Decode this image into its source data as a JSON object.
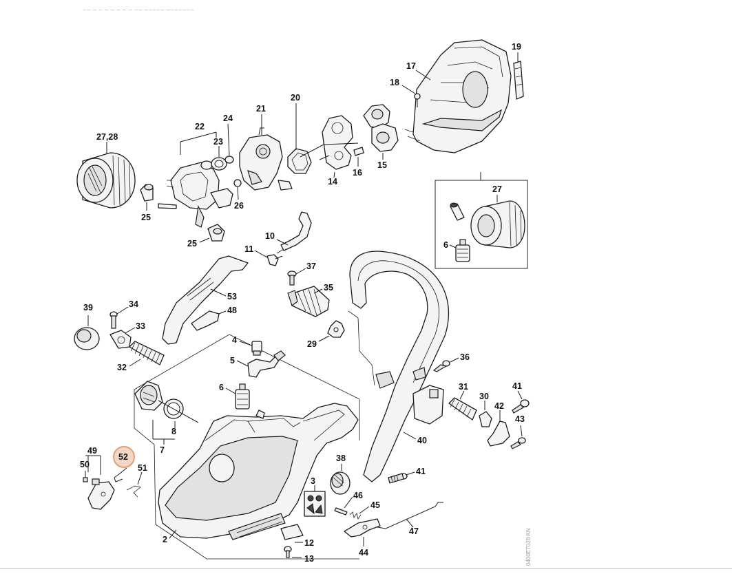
{
  "header": {
    "text": "~~ ~ ~ ~ ~ ~ ~ ~ ~~ ~~~~~ ~~~~~~~"
  },
  "watermark": {
    "text": "0400ET028 KN"
  },
  "highlight": {
    "label": "52",
    "color": "#e2a073"
  },
  "inset": {
    "labels": [
      "27",
      "6"
    ]
  },
  "labels": {
    "l19": "19",
    "l17": "17",
    "l18": "18",
    "l20": "20",
    "l21": "21",
    "l22": "22",
    "l23": "23",
    "l24": "24",
    "l2728": "27,28",
    "l25a": "25",
    "l25b": "25",
    "l26": "26",
    "l14": "14",
    "l16": "16",
    "l15": "15",
    "l10": "10",
    "l11": "11",
    "l37": "37",
    "l35": "35",
    "l53": "53",
    "l48": "48",
    "l39": "39",
    "l34": "34",
    "l33": "33",
    "l32": "32",
    "l29": "29",
    "l4": "4",
    "l5": "5",
    "l6": "6",
    "l8": "8",
    "l7": "7",
    "l36": "36",
    "l31": "31",
    "l30": "30",
    "l41a": "41",
    "l42": "42",
    "l43": "43",
    "l40": "40",
    "l41b": "41",
    "l49": "49",
    "l50": "50",
    "l51": "51",
    "l38": "38",
    "l3": "3",
    "l46": "46",
    "l45": "45",
    "l47": "47",
    "l2": "2",
    "l12": "12",
    "l13": "13",
    "l44": "44"
  }
}
